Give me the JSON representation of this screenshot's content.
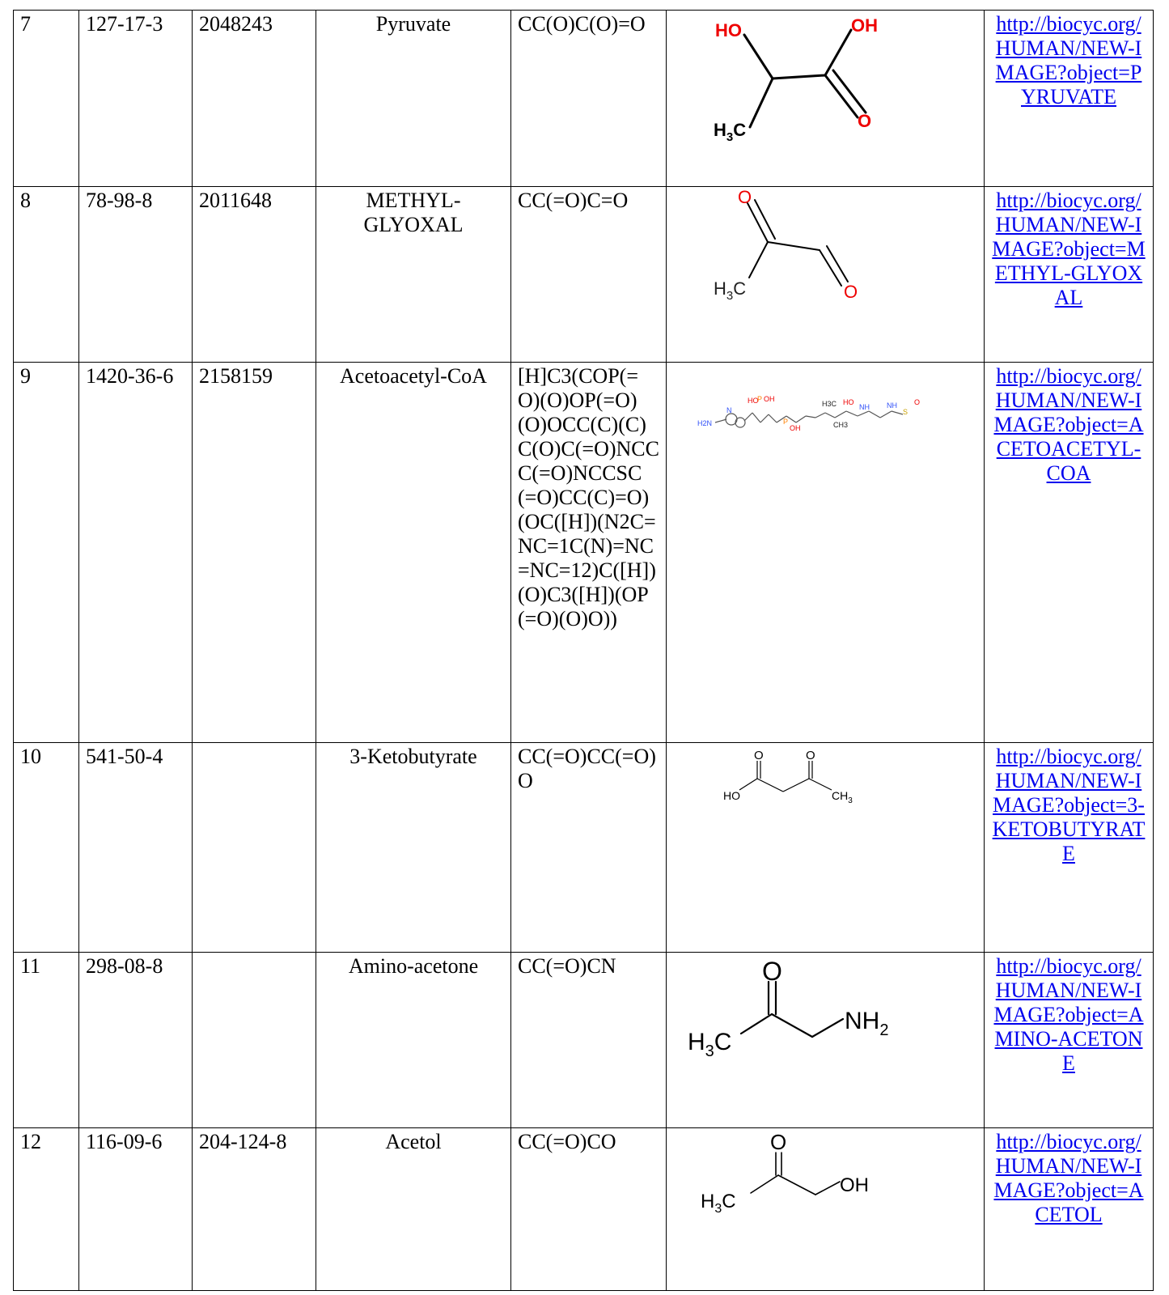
{
  "rows": [
    {
      "num": "7",
      "cas": "127-17-3",
      "id": "2048243",
      "name": "Pyruvate",
      "smiles": "CC(O)C(O)=O",
      "structure": "pyruvate-structure",
      "link": "http://biocyc.org/HUMAN/NEW-IMAGE?object=PYRUVATE",
      "atoms": {
        "ho": "HO",
        "oh": "OH",
        "o": "O",
        "h": "H",
        "three": "3",
        "c": "C"
      }
    },
    {
      "num": "8",
      "cas": "78-98-8",
      "id": "2011648",
      "name": "METHYL-GLYOXAL",
      "smiles": "CC(=O)C=O",
      "structure": "methylglyoxal-structure",
      "link": "http://biocyc.org/HUMAN/NEW-IMAGE?object=METHYL-GLYOXAL",
      "atoms": {
        "o1": "O",
        "o2": "O",
        "h": "H",
        "three": "3",
        "c": "C"
      }
    },
    {
      "num": "9",
      "cas": "1420-36-6",
      "id": "2158159",
      "name": "Acetoacetyl-CoA",
      "smiles": "[H]C3(COP(=O)(O)OP(=O)(O)OCC(C)(C)C(O)C(=O)NCCC(=O)NCCSC(=O)CC(C)=O)(OC([H])(N2C=NC=1C(N)=NC=NC=12)C([H])(O)C3([H])(OP(=O)(O)O))",
      "structure": "acetoacetyl-coa-structure",
      "link": "http://biocyc.org/HUMAN/NEW-IMAGE?object=ACETOACETYL-COA",
      "atoms": {
        "h2n": "H2N",
        "n": "N",
        "ho": "HO",
        "oh": "OH",
        "p": "P",
        "o": "O",
        "nh": "NH",
        "ch3": "CH3",
        "h3c": "H3C",
        "s": "S"
      }
    },
    {
      "num": "10",
      "cas": "541-50-4",
      "id": "",
      "name": "3-Ketobutyrate",
      "smiles": "CC(=O)CC(=O)O",
      "structure": "ketobutyrate-structure",
      "link": "http://biocyc.org/HUMAN/NEW-IMAGE?object=3-KETOBUTYRATE",
      "atoms": {
        "o1": "O",
        "o2": "O",
        "ho": "HO",
        "ch": "CH",
        "three": "3"
      }
    },
    {
      "num": "11",
      "cas": "298-08-8",
      "id": "",
      "name": "Amino-acetone",
      "smiles": "CC(=O)CN",
      "structure": "aminoacetone-structure",
      "link": "http://biocyc.org/HUMAN/NEW-IMAGE?object=AMINO-ACETONE",
      "atoms": {
        "o": "O",
        "h": "H",
        "three": "3",
        "c": "C",
        "nh": "NH",
        "two": "2"
      }
    },
    {
      "num": "12",
      "cas": "116-09-6",
      "id": "204-124-8",
      "name": "Acetol",
      "smiles": "CC(=O)CO",
      "structure": "acetol-structure",
      "link": "http://biocyc.org/HUMAN/NEW-IMAGE?object=ACETOL",
      "atoms": {
        "o": "O",
        "h": "H",
        "three": "3",
        "c": "C",
        "oh": "OH"
      }
    }
  ],
  "colors": {
    "link": "#0000ee",
    "oxygen": "#ee0000",
    "nitrogen": "#3050f8",
    "phosphorus": "#ff8000",
    "sulfur": "#c8a000",
    "border": "#000000"
  }
}
